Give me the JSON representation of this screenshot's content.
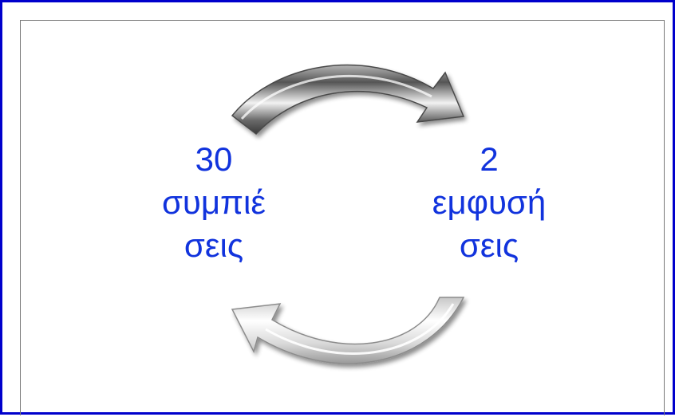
{
  "diagram": {
    "left": {
      "number": "30",
      "line1": "συμπιέ",
      "line2": "σεις"
    },
    "right": {
      "number": "2",
      "line1": "εμφυσή",
      "line2": "σεις"
    }
  },
  "colors": {
    "border": "#0000cc",
    "text": "#1133dd",
    "top_arrow": "#6e6e6e",
    "bottom_arrow": "#e6e6e6"
  },
  "icons": {
    "top": "curved-arrow-right-icon",
    "bottom": "curved-arrow-left-icon"
  }
}
